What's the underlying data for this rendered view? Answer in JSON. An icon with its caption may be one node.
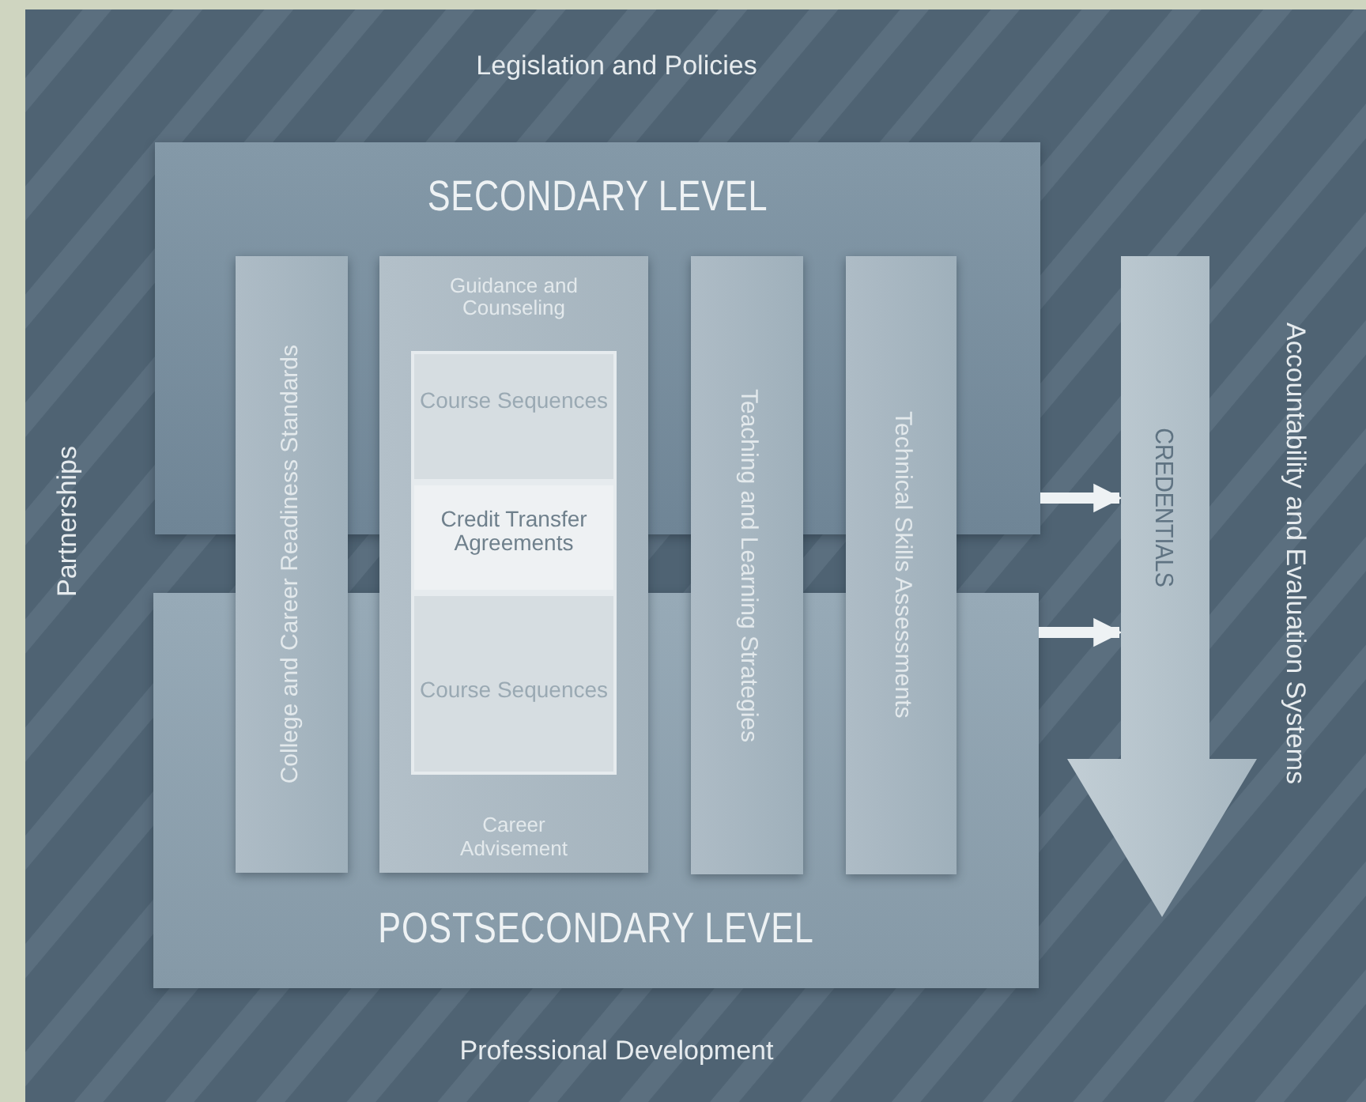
{
  "diagram": {
    "nodes": [
      {
        "text": [
          "SECONDARY LEVEL"
        ]
      },
      {
        "text": [
          "POSTSECONDARY LEVEL"
        ]
      },
      {
        "text": [
          "College and Career Readiness Standards"
        ]
      },
      {
        "text": [
          "Guidance and Counseling",
          "Career Advisement"
        ]
      },
      {
        "text": [
          "Course Sequences"
        ]
      },
      {
        "text": [
          "Credit Transfer Agreements"
        ],
        "in": 3
      },
      {
        "text": [
          "Course Sequences"
        ]
      },
      {
        "text": [
          "Teaching and Learning Strategies"
        ]
      },
      {
        "text": [
          "Technical Skills Assessments"
        ]
      },
      {
        "text": [
          "CREDENTIALS"
        ]
      }
    ],
    "edges": [
      {
        "from": 0,
        "to": 9,
        "arrow": "to"
      },
      {
        "from": 1,
        "to": 9,
        "arrow": "to"
      }
    ],
    "labels": [
      "Legislation and Policies",
      "Partnerships",
      "Accountability and Evaluation Systems",
      "Professional Development"
    ]
  }
}
